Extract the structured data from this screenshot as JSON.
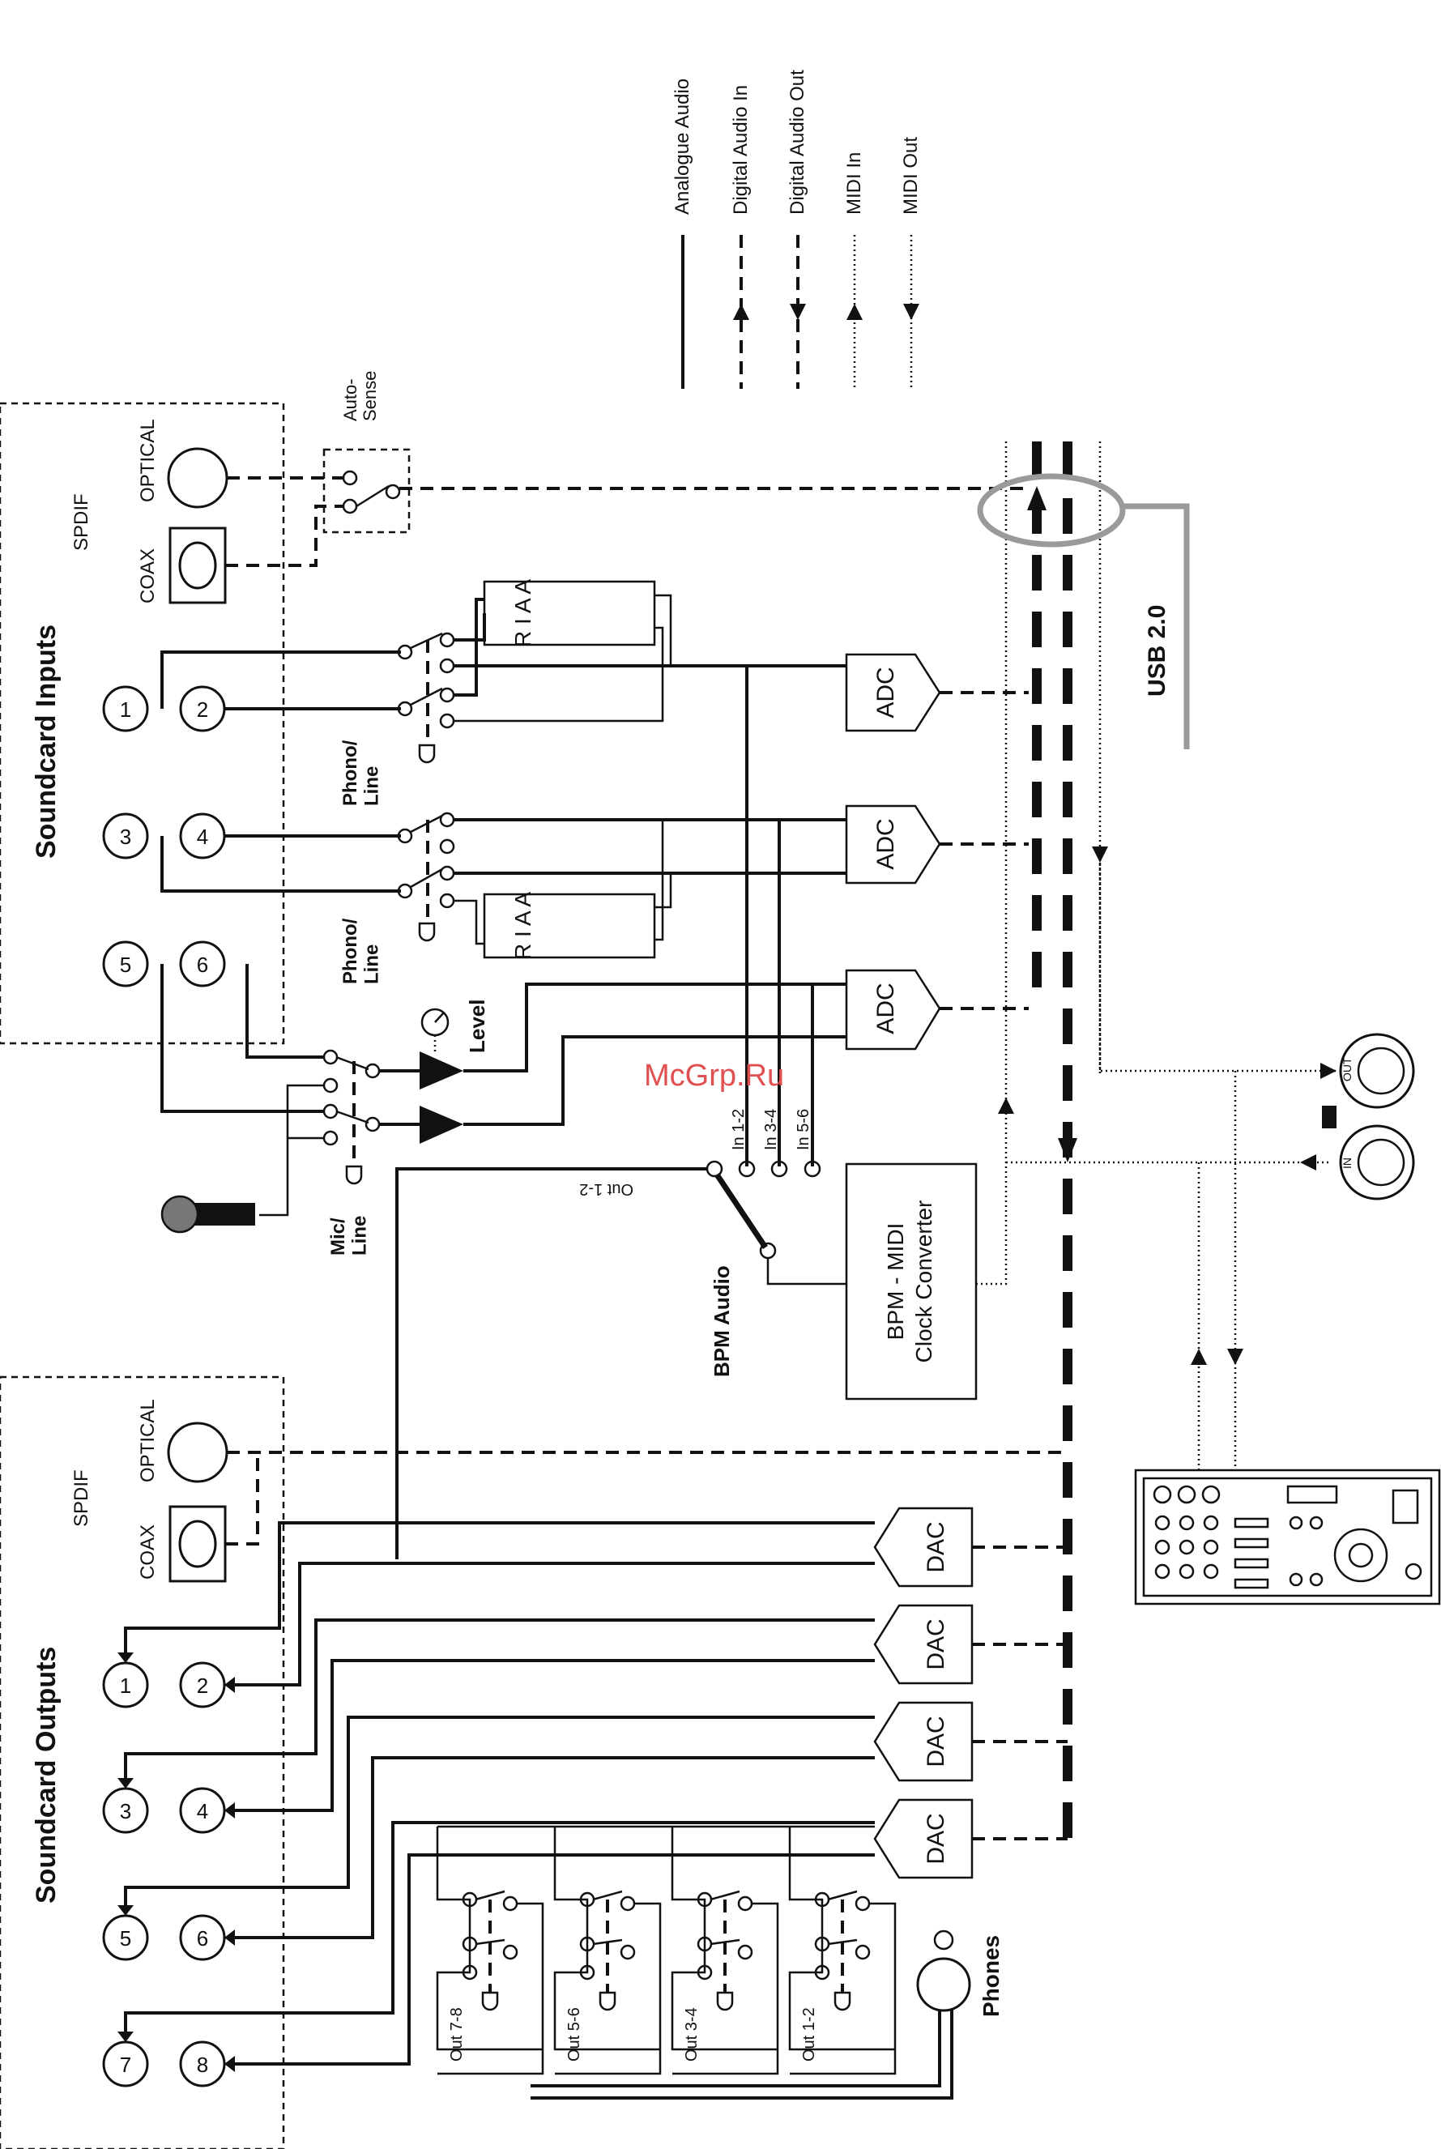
{
  "legend": {
    "analogue_audio": "Analogue Audio",
    "digital_audio_in": "Digital Audio In",
    "digital_audio_out": "Digital Audio Out",
    "midi_in": "MIDI In",
    "midi_out": "MIDI Out"
  },
  "inputs": {
    "title": "Soundcard Inputs",
    "spdif": "SPDIF",
    "coax": "COAX",
    "optical": "OPTICAL",
    "auto_sense": "Auto-\nSense",
    "jacks": [
      "1",
      "2",
      "3",
      "4",
      "5",
      "6"
    ],
    "phono_line": "Phono/\nLine",
    "riaa": "R I A A",
    "mic_line": "Mic/\nLine",
    "level": "Level"
  },
  "adc_label": "ADC",
  "dac_label": "DAC",
  "usb": "USB 2.0",
  "watermark": "McGrp.Ru",
  "bpm": {
    "audio": "BPM Audio",
    "converter_line1": "BPM - MIDI",
    "converter_line2": "Clock Converter",
    "taps": [
      "In 1-2",
      "In 3-4",
      "In 5-6"
    ],
    "out_tap": "Out 1-2"
  },
  "midi": {
    "out": "OUT",
    "in": "IN"
  },
  "outputs": {
    "title": "Soundcard Outputs",
    "spdif": "SPDIF",
    "coax": "COAX",
    "optical": "OPTICAL",
    "jacks": [
      "1",
      "2",
      "3",
      "4",
      "5",
      "6",
      "7",
      "8"
    ],
    "phones_selectors": [
      "Out 7-8",
      "Out 5-6",
      "Out 3-4",
      "Out 1-2"
    ],
    "phones": "Phones"
  },
  "colors": {
    "ink": "#111111",
    "usb_gray": "#9a9a9a",
    "watermark": "#e05050"
  }
}
